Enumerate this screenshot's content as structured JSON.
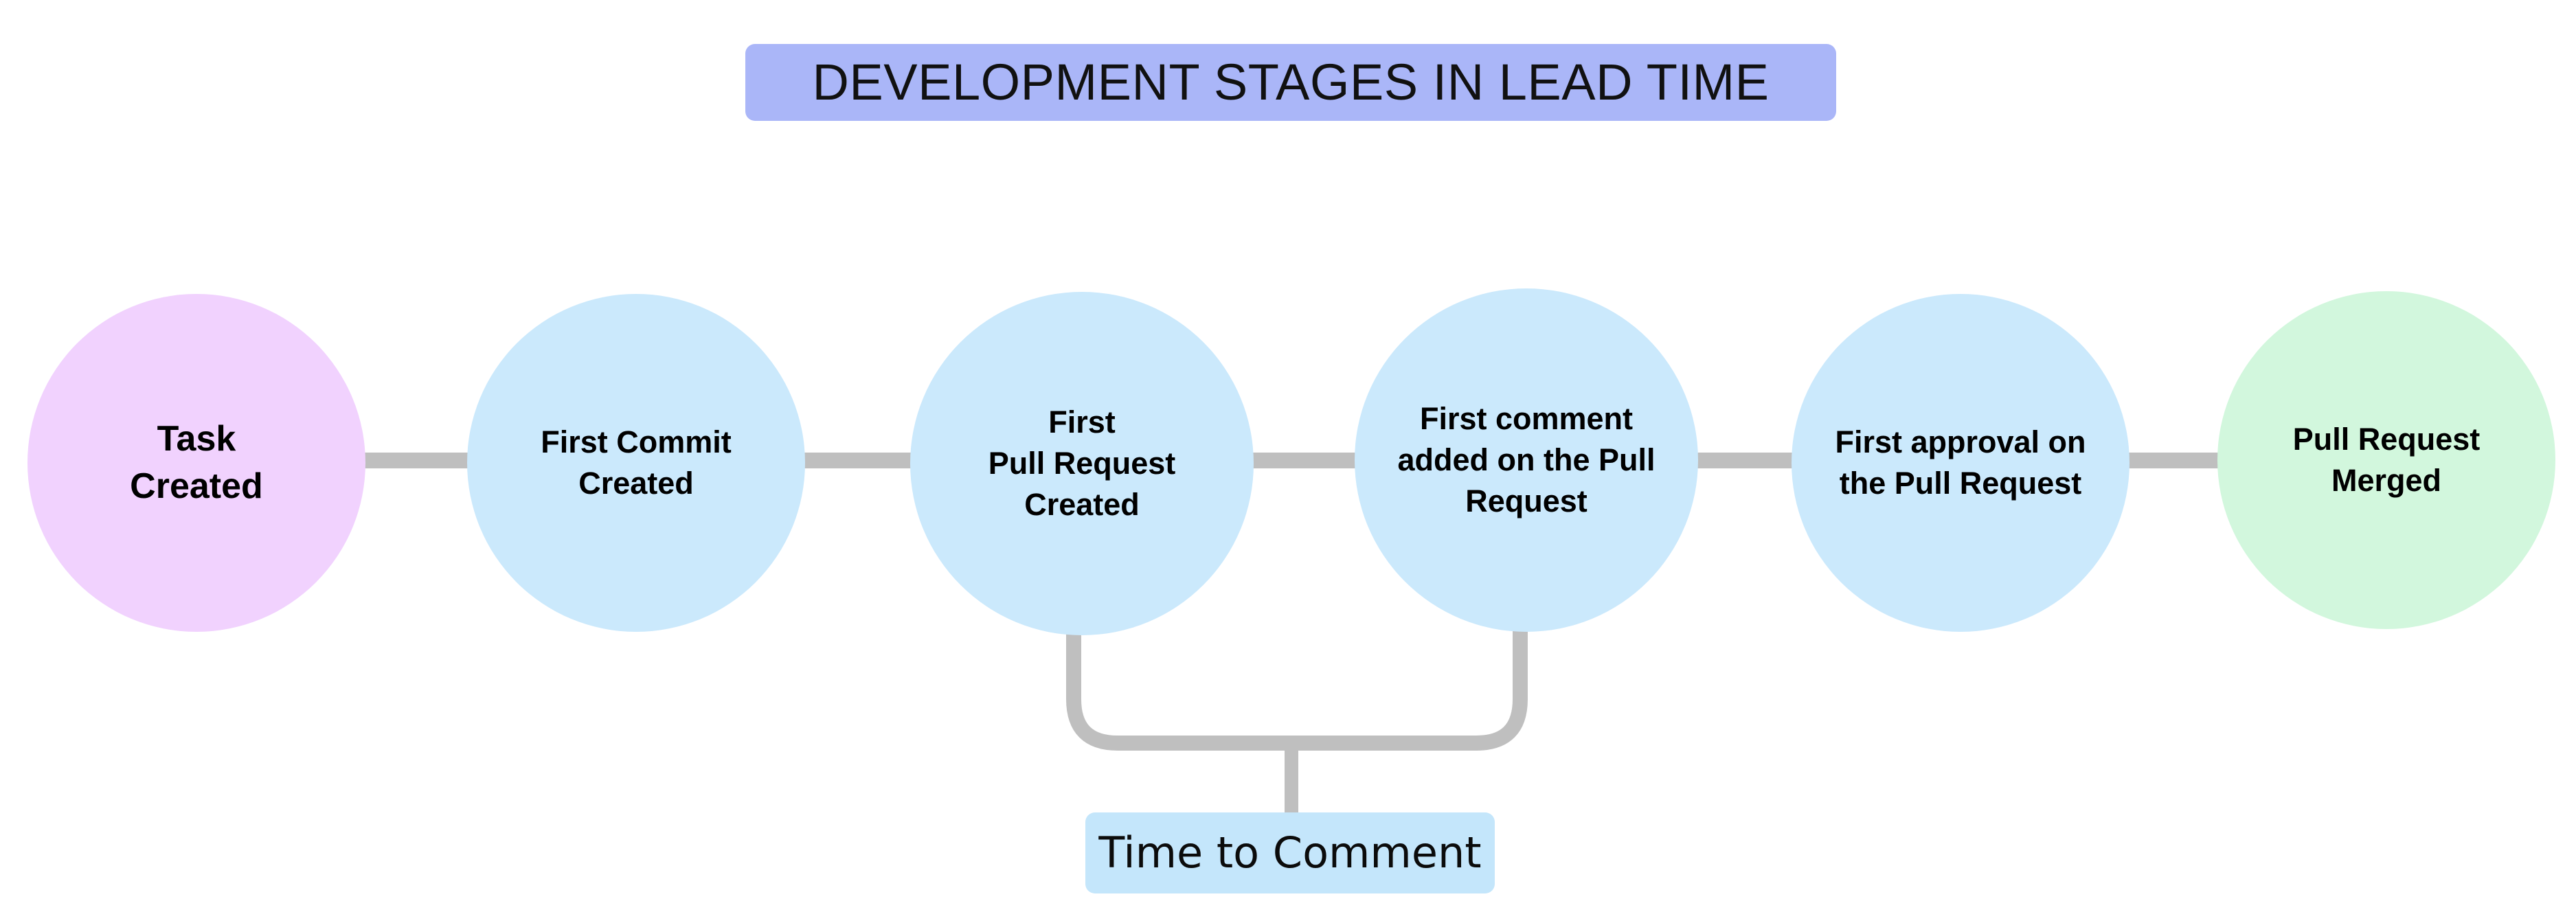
{
  "diagram": {
    "title": "DEVELOPMENT STAGES IN LEAD TIME",
    "background_color": "#ffffff",
    "title_background_color": "#aab6f8",
    "connector_color": "#bfbfbf",
    "stages": [
      {
        "id": "task-created",
        "label": "Task\nCreated",
        "color": "#f1d2fe",
        "shape": "circle"
      },
      {
        "id": "first-commit-created",
        "label": "First Commit\nCreated",
        "color": "#cbe9fc",
        "shape": "circle"
      },
      {
        "id": "first-pull-request-created",
        "label": "First\nPull Request\nCreated",
        "color": "#cbe9fc",
        "shape": "circle"
      },
      {
        "id": "first-comment-added-on-the-pull-request",
        "label": "First comment\nadded on the Pull\nRequest",
        "color": "#cbe9fc",
        "shape": "circle"
      },
      {
        "id": "first-approval-on-the-pull-request",
        "label": "First approval on\nthe Pull Request",
        "color": "#cbe9fc",
        "shape": "circle"
      },
      {
        "id": "pull-request-merged",
        "label": "Pull Request\nMerged",
        "color": "#d2f7dd",
        "shape": "circle"
      }
    ],
    "annotations": [
      {
        "id": "time-to-comment",
        "label": "Time to Comment",
        "color": "#c4e6fb",
        "spans_from": "first-pull-request-created",
        "spans_to": "first-comment-added-on-the-pull-request"
      }
    ]
  }
}
